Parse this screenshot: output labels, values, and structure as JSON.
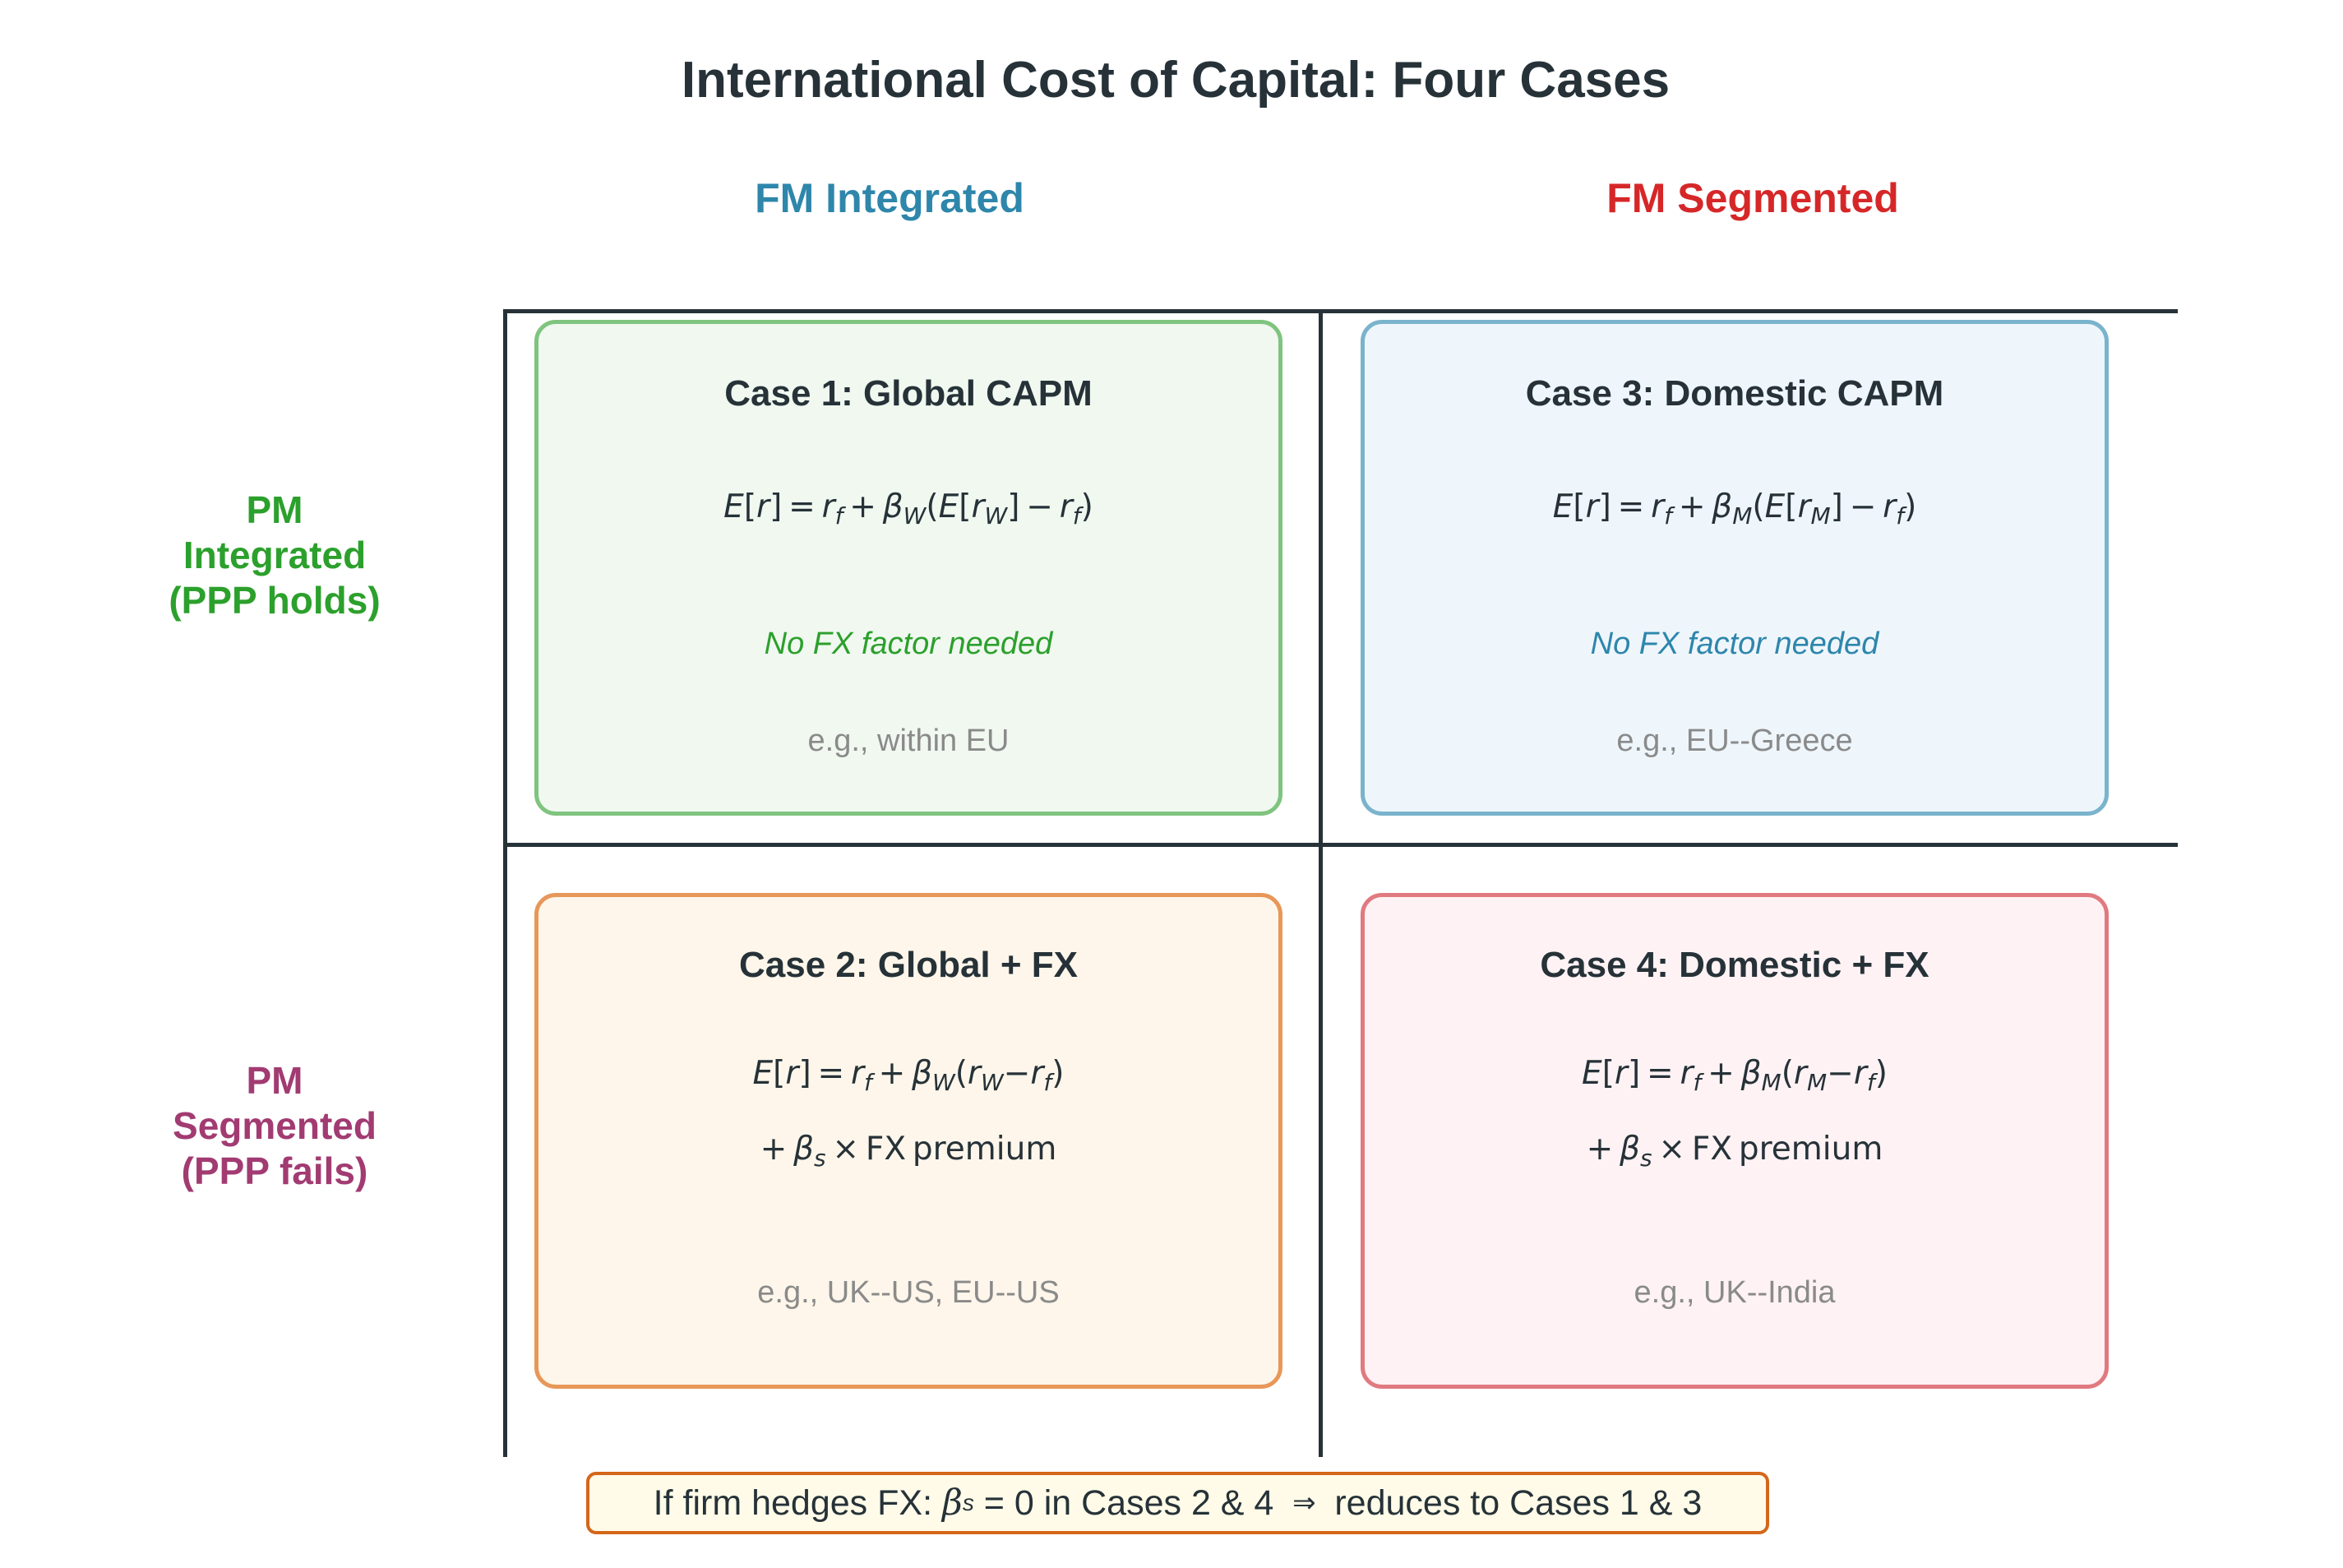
{
  "title": "International Cost of Capital: Four Cases",
  "columns": [
    {
      "label": "FM Integrated",
      "color": "#2e86ab"
    },
    {
      "label": "FM Segmented",
      "color": "#d62728"
    }
  ],
  "rows": [
    {
      "lines": [
        "PM",
        "Integrated",
        "(PPP holds)"
      ],
      "color": "#2ca02c"
    },
    {
      "lines": [
        "PM",
        "Segmented",
        "(PPP fails)"
      ],
      "color": "#a23b72"
    }
  ],
  "cases": [
    {
      "title": "Case 1: Global CAPM",
      "formula": "E[r] = r_{f} + β_{W}(E[r_{W}] − r_{f})",
      "note": "No FX factor needed",
      "example": "e.g., within EU",
      "border": "#7fc47f",
      "bg": "#f0f8f0",
      "note_color": "#2ca02c"
    },
    {
      "title": "Case 3: Domestic CAPM",
      "formula": "E[r] = r_{f} + β_{M}(E[r_{M}] − r_{f})",
      "note": "No FX factor needed",
      "example": "e.g., EU--Greece",
      "border": "#7ab3cc",
      "bg": "#eef6fc",
      "note_color": "#2e86ab"
    },
    {
      "title": "Case 2: Global + FX",
      "formula": "E[r] = r_{f} + β_{W}(r_{W}−r_{f})",
      "formula2": "+ β_{s} × FX premium",
      "example": "e.g., UK--US, EU--US",
      "border": "#e8975a",
      "bg": "#fef6ea"
    },
    {
      "title": "Case 4: Domestic + FX",
      "formula": "E[r] = r_{f} + β_{M}(r_{M}−r_{f})",
      "formula2": "+ β_{s} × FX premium",
      "example": "e.g., UK--India",
      "border": "#e07a80",
      "bg": "#fef2f4"
    }
  ],
  "footer": {
    "prefix": "If firm hedges FX: ",
    "beta": "β",
    "beta_sub": "s",
    "middle": " = 0 in Cases 2 & 4 ",
    "arrow": " ⇒ ",
    "suffix": " reduces to Cases 1 & 3",
    "border": "#d4661a",
    "bg": "#fffbe8"
  }
}
